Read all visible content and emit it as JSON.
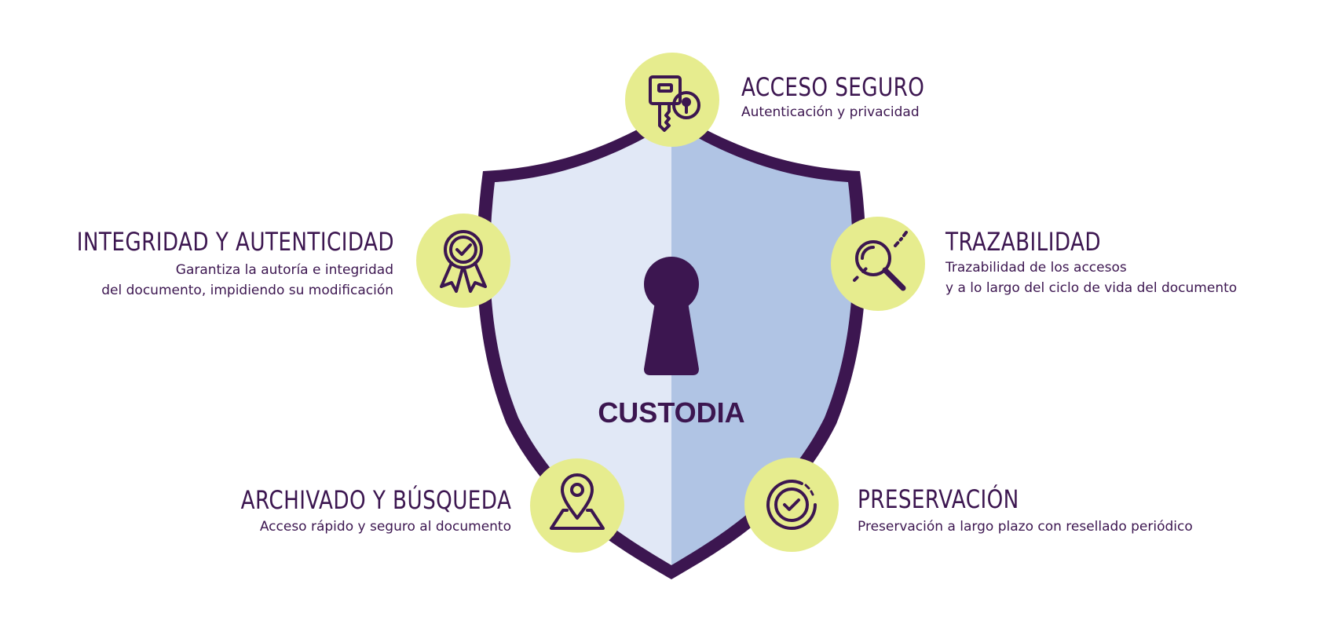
{
  "center": {
    "label": "CUSTODIA"
  },
  "colors": {
    "primary": "#3c1650",
    "shield_left": "#e1e8f6",
    "shield_right": "#b0c4e4",
    "circle_fill": "#e6ec8e"
  },
  "features": {
    "acceso": {
      "title": "ACCESO SEGURO",
      "description": "Autenticación y privacidad",
      "icon": "key-lock-icon"
    },
    "integridad": {
      "title": "INTEGRIDAD Y AUTENTICIDAD",
      "description_lines": [
        "Garantiza la autoría e integridad",
        "del documento, impidiendo su modificación"
      ],
      "icon": "award-ribbon-icon"
    },
    "trazabilidad": {
      "title": "TRAZABILIDAD",
      "description_lines": [
        "Trazabilidad de los accesos",
        "y a lo largo del ciclo de vida del documento"
      ],
      "icon": "magnifier-icon"
    },
    "archivado": {
      "title": "ARCHIVADO Y BÚSQUEDA",
      "description": "Acceso rápido y seguro al documento",
      "icon": "map-pin-icon"
    },
    "preservacion": {
      "title": "PRESERVACIÓN",
      "description": "Preservación a largo plazo con resellado periódico",
      "icon": "seal-check-icon"
    }
  }
}
